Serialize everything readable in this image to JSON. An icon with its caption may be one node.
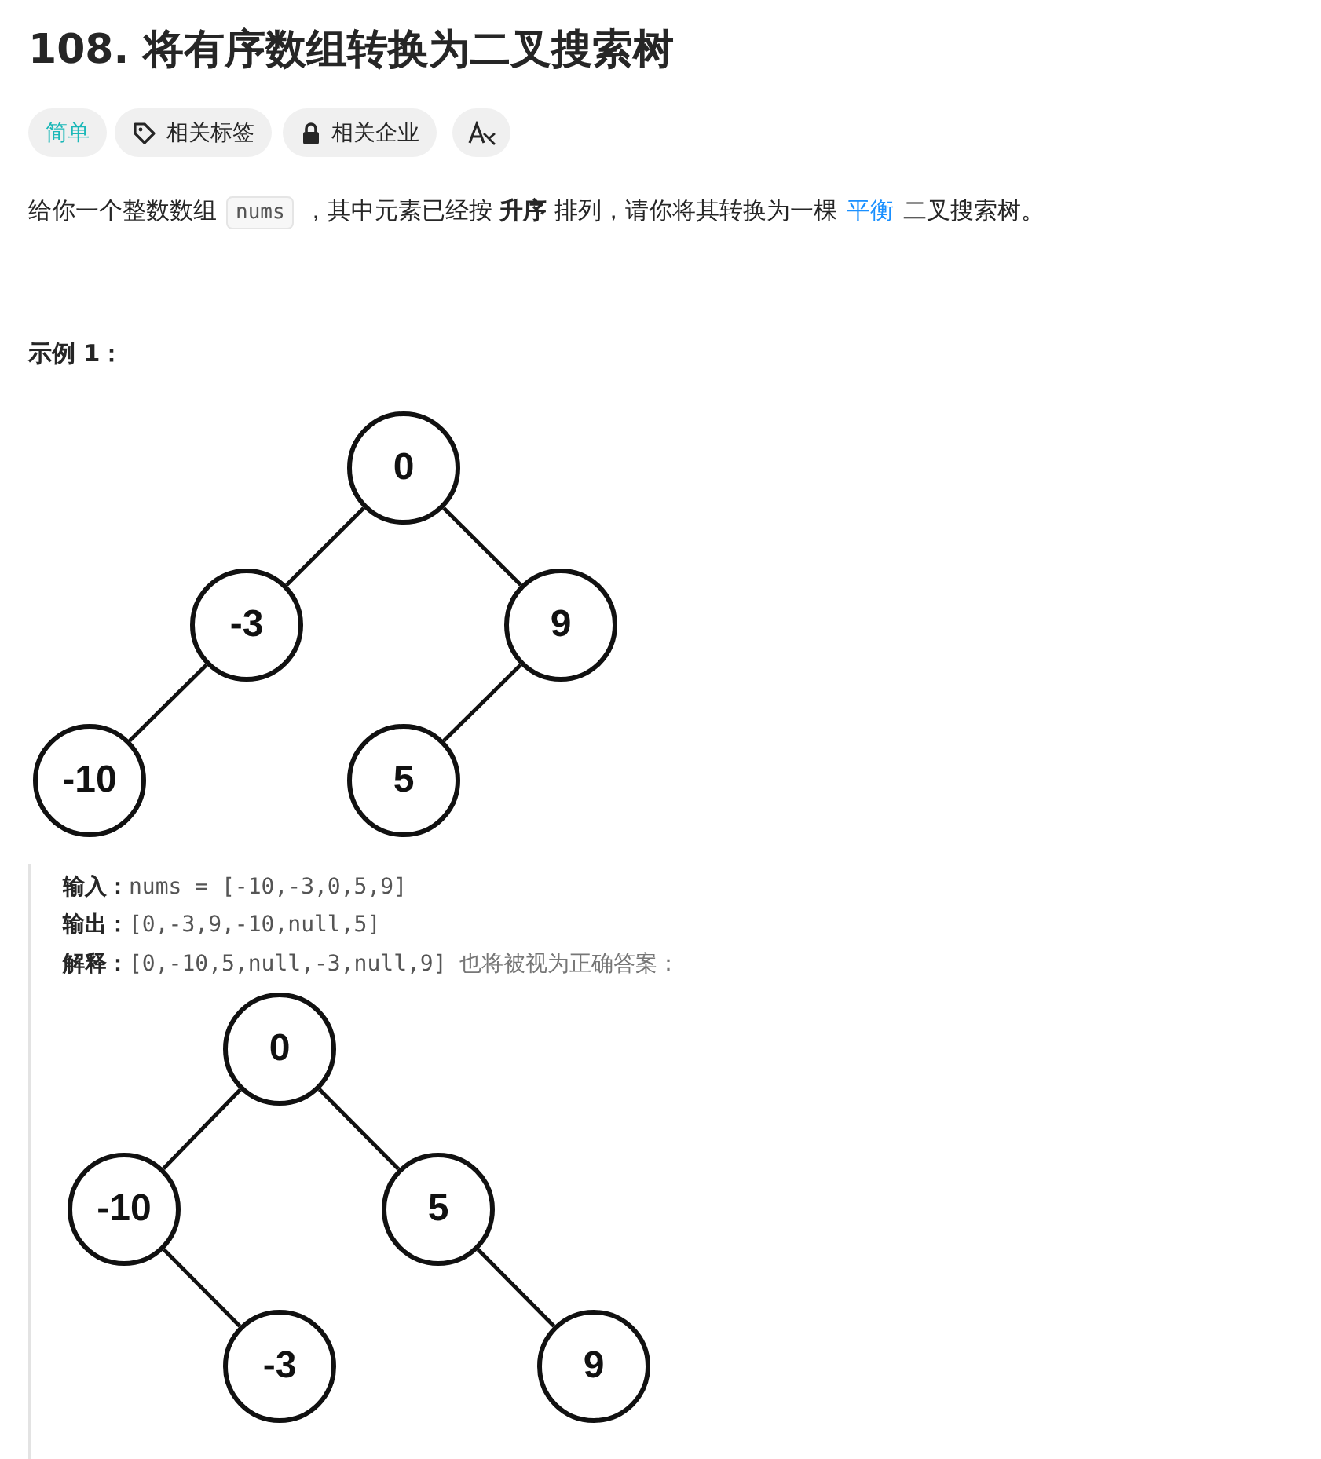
{
  "diagram": {
    "title": "108. 将有序数组转换为二叉搜索树",
    "nodes": [
      {
        "text": [
          "0"
        ]
      },
      {
        "text": [
          "-3"
        ]
      },
      {
        "text": [
          "9"
        ]
      },
      {
        "text": [
          "-10"
        ]
      },
      {
        "text": [
          "5"
        ]
      },
      {
        "text": [
          "0"
        ]
      },
      {
        "text": [
          "-10"
        ]
      },
      {
        "text": [
          "5"
        ]
      },
      {
        "text": [
          "-3"
        ]
      },
      {
        "text": [
          "9"
        ]
      }
    ],
    "edges": [
      {
        "from": 0,
        "to": 1,
        "arrow": "none"
      },
      {
        "from": 0,
        "to": 2,
        "arrow": "none"
      },
      {
        "from": 1,
        "to": 3,
        "arrow": "none"
      },
      {
        "from": 2,
        "to": 4,
        "arrow": "none"
      },
      {
        "from": 5,
        "to": 6,
        "arrow": "none"
      },
      {
        "from": 5,
        "to": 7,
        "arrow": "none"
      },
      {
        "from": 6,
        "to": 8,
        "arrow": "none"
      },
      {
        "from": 7,
        "to": 9,
        "arrow": "none"
      }
    ],
    "labels": [
      "简单",
      "相关标签",
      "相关企业",
      "给你一个整数数组",
      "nums",
      "，其中元素已经按 **升序** 排列，请你将其转换为一棵",
      "平衡",
      "二叉搜索树。",
      "示例 1：",
      "输入：",
      "nums = [-10,-3,0,5,9]",
      "输出：",
      "[0,-3,9,-10,null,5]",
      "解释：",
      "[0,-10,5,null,-3,null,9]",
      "也将被视为正确答案："
    ]
  }
}
